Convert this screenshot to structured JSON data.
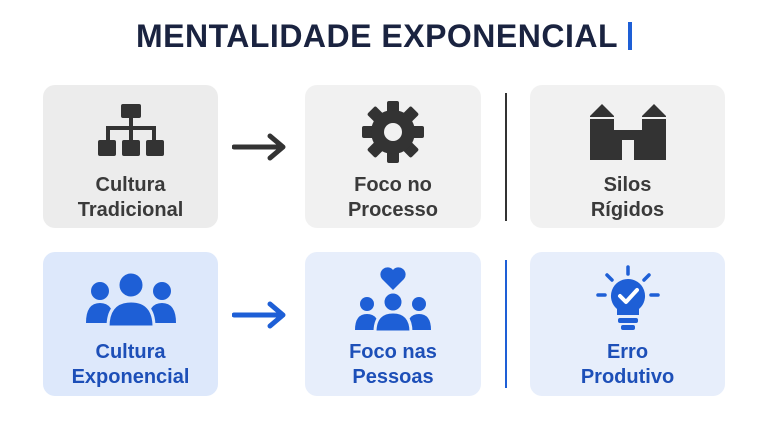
{
  "title": "MENTALIDADE EXPONENCIAL",
  "colors": {
    "dark": "#333333",
    "blue": "#1e5fd6",
    "title": "#1a2340"
  },
  "rows": [
    {
      "name": "traditional",
      "cards": [
        {
          "label": "Cultura\nTradicional",
          "icon": "org-chart-icon"
        },
        {
          "label": "Foco no\nProcesso",
          "icon": "gear-icon"
        },
        {
          "label": "Silos\nRígidos",
          "icon": "silos-icon"
        }
      ]
    },
    {
      "name": "exponential",
      "cards": [
        {
          "label": "Cultura\nExponencial",
          "icon": "team-icon"
        },
        {
          "label": "Foco nas\nPessoas",
          "icon": "people-heart-icon"
        },
        {
          "label": "Erro\nProdutivo",
          "icon": "lightbulb-check-icon"
        }
      ]
    }
  ]
}
